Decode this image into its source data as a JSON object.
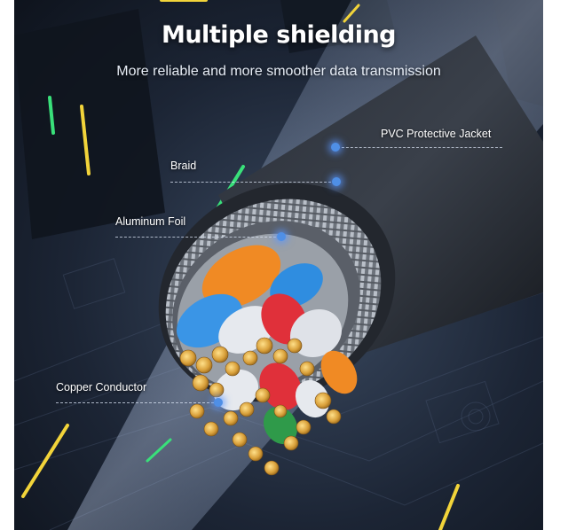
{
  "headline": "Multiple shielding",
  "subline": "More reliable and more smoother data transmission",
  "callouts": {
    "jacket": "PVC Protective Jacket",
    "braid": "Braid",
    "foil": "Aluminum Foil",
    "conductor": "Copper Conductor"
  },
  "colors": {
    "background": "#1a2230",
    "accent_glow": "#4f8fe6",
    "neon_green": "#39e07a",
    "neon_yellow": "#f2d43a",
    "copper": "#d9a03a"
  }
}
